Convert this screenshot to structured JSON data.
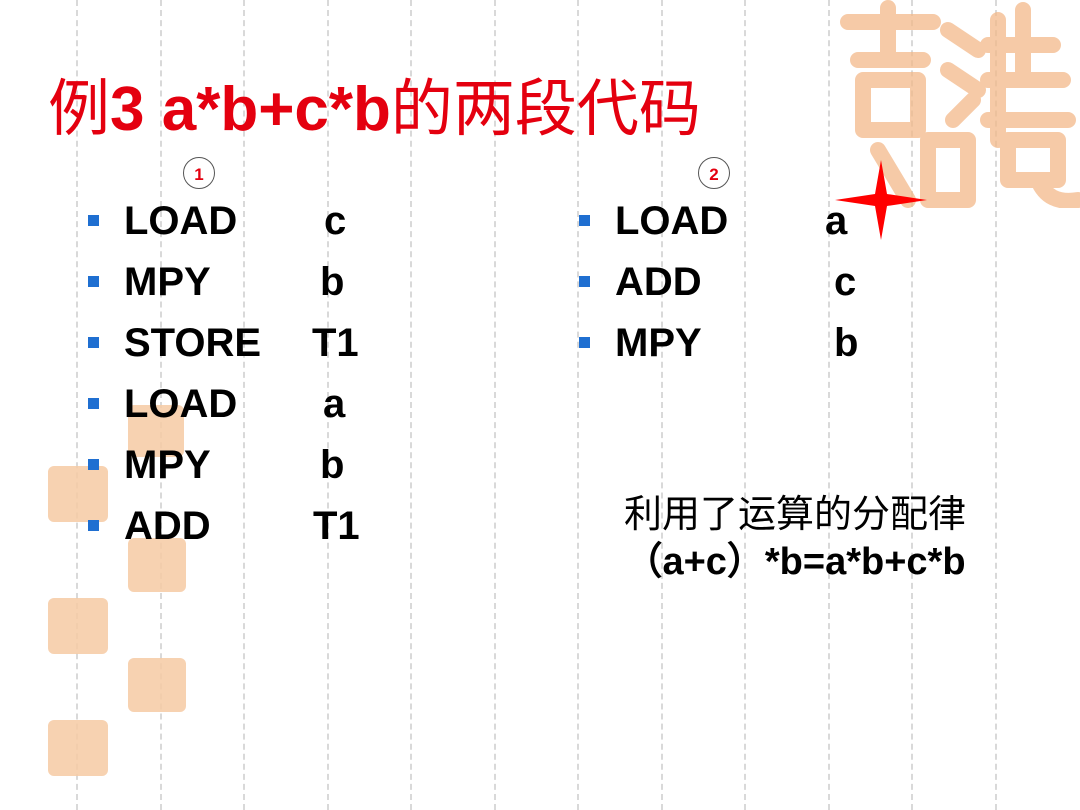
{
  "title": {
    "prefix": "例",
    "formula": "3 a*b+c*b",
    "suffix": "的两段代码"
  },
  "columns": [
    {
      "badge": "1",
      "lines": [
        {
          "op": "LOAD",
          "arg": "c"
        },
        {
          "op": "MPY",
          "arg": "b"
        },
        {
          "op": "STORE",
          "arg": "T1"
        },
        {
          "op": "LOAD",
          "arg": "a"
        },
        {
          "op": "MPY",
          "arg": "b"
        },
        {
          "op": "ADD",
          "arg": "T1"
        }
      ]
    },
    {
      "badge": "2",
      "lines": [
        {
          "op": "LOAD",
          "arg": "a"
        },
        {
          "op": "ADD",
          "arg": "c"
        },
        {
          "op": "MPY",
          "arg": "b"
        }
      ]
    }
  ],
  "note": {
    "line1": "利用了运算的分配律",
    "line2": "（a+c）*b=a*b+c*b"
  },
  "colors": {
    "title": "#e4000f",
    "bullet": "#1f6fd1",
    "seal": "#f6caa3",
    "star": "#ff0000"
  }
}
